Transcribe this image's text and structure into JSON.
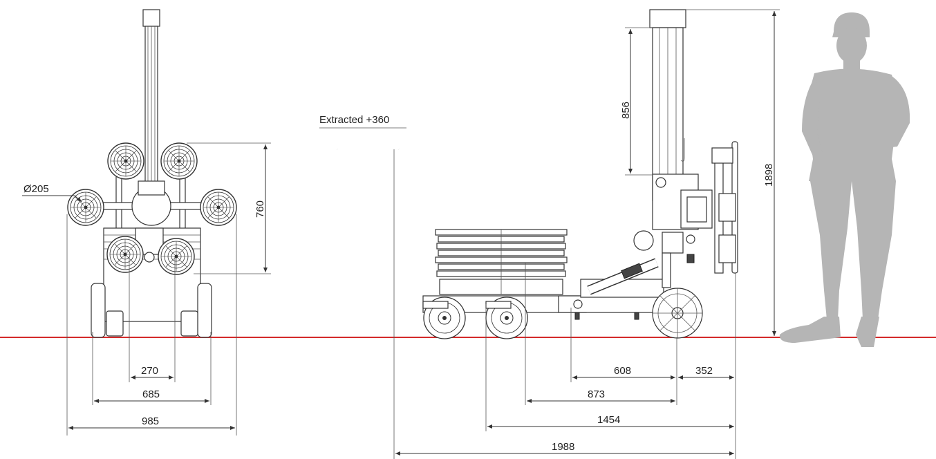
{
  "diagram": {
    "labels": {
      "diameter": "Ø205",
      "extracted": "Extracted +360"
    },
    "front_view_dimensions": {
      "height_760": "760",
      "w270": "270",
      "w685": "685",
      "w985": "985"
    },
    "side_view_dimensions": {
      "h856": "856",
      "h1898": "1898",
      "d608": "608",
      "d352": "352",
      "d873": "873",
      "d1454": "1454",
      "d1988": "1988"
    },
    "colors": {
      "floor_line": "#d42a2a",
      "human_silhouette": "#b5b5b5",
      "line": "#333333"
    }
  }
}
